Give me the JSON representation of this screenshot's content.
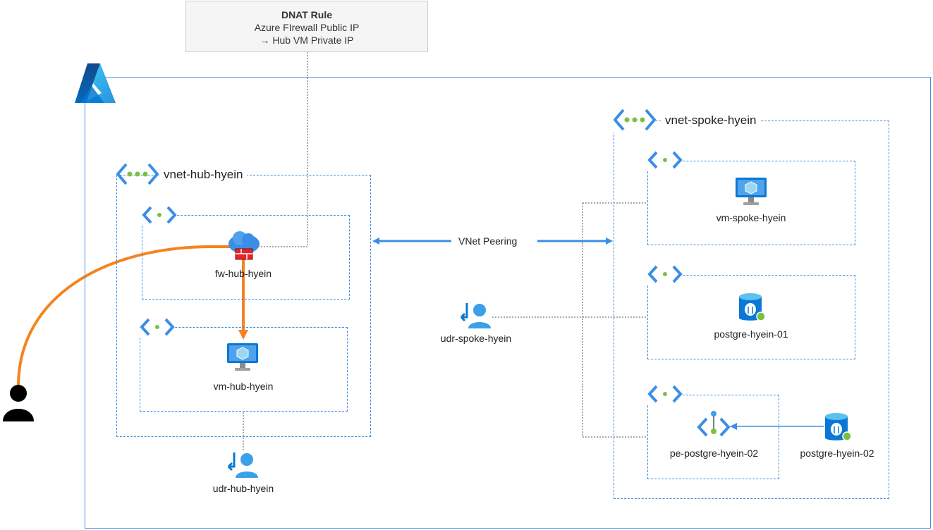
{
  "dnat": {
    "title": "DNAT Rule",
    "line1": "Azure FIrewall Public IP",
    "line2": "→ Hub VM Private IP"
  },
  "vnets": {
    "hub": "vnet-hub-hyein",
    "spoke": "vnet-spoke-hyein"
  },
  "resources": {
    "firewall": "fw-hub-hyein",
    "vm_hub": "vm-hub-hyein",
    "udr_hub": "udr-hub-hyein",
    "udr_spoke": "udr-spoke-hyein",
    "vm_spoke": "vm-spoke-hyein",
    "postgre_01": "postgre-hyein-01",
    "pe_postgre_02": "pe-postgre-hyein-02",
    "postgre_02": "postgre-hyein-02"
  },
  "peering": "VNet Peering",
  "colors": {
    "azure_blue": "#3a8ee6",
    "flow_orange": "#f5831f",
    "vnet_green": "#7ac143"
  }
}
